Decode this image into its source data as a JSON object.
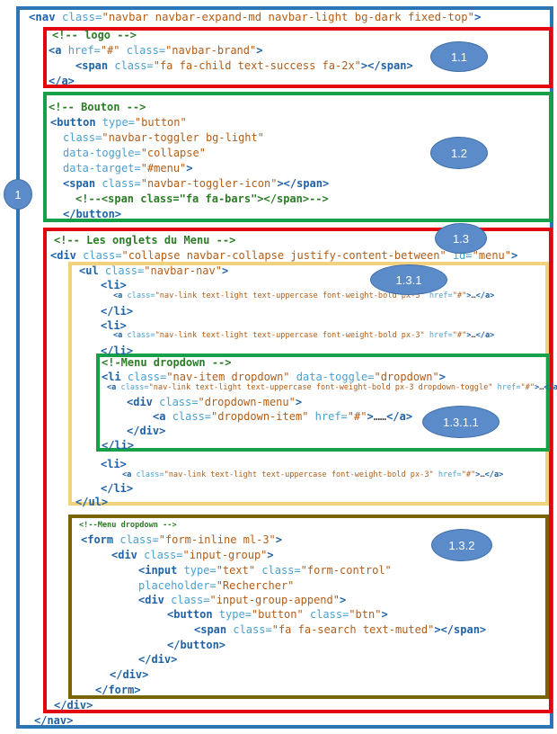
{
  "badges": {
    "root": "1",
    "logo": "1.1",
    "button": "1.2",
    "menu": "1.3",
    "nav_list": "1.3.1",
    "dropdown": "1.3.1.1",
    "search_form": "1.3.2"
  },
  "colors": {
    "outer_frame": "#2e75b6",
    "red_frame": "#e2070f",
    "green_frame": "#16a049",
    "yellow_frame": "#f2d27c",
    "olive_frame": "#7a6404",
    "badge_fill": "#5b8bc9"
  },
  "code_lines": [
    [
      [
        "tag",
        "<nav "
      ],
      [
        "att",
        "class="
      ],
      [
        "val",
        "\"navbar navbar-expand-md navbar-light bg-dark fixed-top\""
      ],
      [
        "tag",
        ">"
      ]
    ],
    [
      [
        "com",
        "<!-- logo -->"
      ]
    ],
    [
      [
        "tag",
        "<a "
      ],
      [
        "att",
        "href="
      ],
      [
        "val",
        "\"#\" "
      ],
      [
        "att",
        "class="
      ],
      [
        "val",
        "\"navbar-brand\""
      ],
      [
        "tag",
        ">"
      ]
    ],
    [
      [
        "tag",
        "<span "
      ],
      [
        "att",
        "class="
      ],
      [
        "val",
        "\"fa fa-child text-success fa-2x\""
      ],
      [
        "tag",
        "></span>"
      ]
    ],
    [
      [
        "tag",
        "</a>"
      ]
    ],
    [
      [
        "com",
        "<!-- Bouton -->"
      ]
    ],
    [
      [
        "tag",
        "<button "
      ],
      [
        "att",
        "type="
      ],
      [
        "val",
        "\"button\""
      ]
    ],
    [
      [
        "att",
        "class="
      ],
      [
        "val",
        "\"navbar-toggler bg-light\""
      ]
    ],
    [
      [
        "att",
        "data-toggle="
      ],
      [
        "val",
        "\"collapse\""
      ]
    ],
    [
      [
        "att",
        "data-target="
      ],
      [
        "val",
        "\"#menu\""
      ],
      [
        "tag",
        ">"
      ]
    ],
    [
      [
        "tag",
        "<span "
      ],
      [
        "att",
        "class="
      ],
      [
        "val",
        "\"navbar-toggler-icon\""
      ],
      [
        "tag",
        "></span>"
      ]
    ],
    [
      [
        "com",
        "<!--<span class=\"fa fa-bars\"></span>-->"
      ]
    ],
    [
      [
        "tag",
        "</button>"
      ]
    ],
    [
      [
        "com",
        "<!-- Les onglets du Menu -->"
      ]
    ],
    [
      [
        "tag",
        "<div "
      ],
      [
        "att",
        "class="
      ],
      [
        "val",
        "\"collapse navbar-collapse justify-content-between\" "
      ],
      [
        "att",
        "id="
      ],
      [
        "val",
        "\"menu\""
      ],
      [
        "tag",
        ">"
      ]
    ],
    [
      [
        "tag",
        "<ul "
      ],
      [
        "att",
        "class="
      ],
      [
        "val",
        "\"navbar-nav\""
      ],
      [
        "tag",
        ">"
      ]
    ],
    [
      [
        "tag",
        "<li>"
      ]
    ],
    [
      [
        "tag",
        "<a "
      ],
      [
        "att",
        "class="
      ],
      [
        "val",
        "\"nav-link text-light text-uppercase font-weight-bold px-3\" "
      ],
      [
        "att",
        "href="
      ],
      [
        "val",
        "\"#\""
      ],
      [
        "tag",
        ">"
      ],
      [
        "blk",
        "…"
      ],
      [
        "tag",
        "</a>"
      ]
    ],
    [
      [
        "tag",
        "</li>"
      ]
    ],
    [
      [
        "tag",
        "<li>"
      ]
    ],
    [
      [
        "tag",
        "<a "
      ],
      [
        "att",
        "class="
      ],
      [
        "val",
        "\"nav-link text-light text-uppercase font-weight-bold px-3\" "
      ],
      [
        "att",
        "href="
      ],
      [
        "val",
        "\"#\""
      ],
      [
        "tag",
        ">"
      ],
      [
        "blk",
        "…"
      ],
      [
        "tag",
        "</a>"
      ]
    ],
    [
      [
        "tag",
        "</li>"
      ]
    ],
    [
      [
        "com",
        "<!-Menu dropdown -->"
      ]
    ],
    [
      [
        "tag",
        "<li "
      ],
      [
        "att",
        "class="
      ],
      [
        "val",
        "\"nav-item dropdown\" "
      ],
      [
        "att",
        "data-toggle="
      ],
      [
        "val",
        "\"dropdown\""
      ],
      [
        "tag",
        ">"
      ]
    ],
    [
      [
        "tag",
        "<a "
      ],
      [
        "att",
        "class="
      ],
      [
        "val",
        "\"nav-link text-light text-uppercase font-weight-bold px-3 dropdown-toggle\" "
      ],
      [
        "att",
        "href="
      ],
      [
        "val",
        "\"#\""
      ],
      [
        "tag",
        ">"
      ],
      [
        "blk",
        "…"
      ],
      [
        "tag",
        "</a>"
      ]
    ],
    [
      [
        "tag",
        "<div "
      ],
      [
        "att",
        "class="
      ],
      [
        "val",
        "\"dropdown-menu\""
      ],
      [
        "tag",
        ">"
      ]
    ],
    [
      [
        "tag",
        "<a "
      ],
      [
        "att",
        "class="
      ],
      [
        "val",
        "\"dropdown-item\" "
      ],
      [
        "att",
        "href="
      ],
      [
        "val",
        "\"#\""
      ],
      [
        "tag",
        ">"
      ],
      [
        "blk",
        "……"
      ],
      [
        "tag",
        "</a>"
      ]
    ],
    [
      [
        "tag",
        "</div>"
      ]
    ],
    [
      [
        "tag",
        "</li>"
      ]
    ],
    [
      [
        "tag",
        "<li>"
      ]
    ],
    [
      [
        "tag",
        "<a "
      ],
      [
        "att",
        "class="
      ],
      [
        "val",
        "\"nav-link text-light text-uppercase font-weight-bold px-3\" "
      ],
      [
        "att",
        "href="
      ],
      [
        "val",
        "\"#\""
      ],
      [
        "tag",
        ">"
      ],
      [
        "blk",
        "…"
      ],
      [
        "tag",
        "</a>"
      ]
    ],
    [
      [
        "tag",
        "</li>"
      ]
    ],
    [
      [
        "tag",
        "</ul>"
      ]
    ],
    [
      [
        "com",
        "<!--Menu dropdown -->"
      ]
    ],
    [
      [
        "tag",
        "<form "
      ],
      [
        "att",
        "class="
      ],
      [
        "val",
        "\"form-inline ml-3\""
      ],
      [
        "tag",
        ">"
      ]
    ],
    [
      [
        "tag",
        "<div "
      ],
      [
        "att",
        "class="
      ],
      [
        "val",
        "\"input-group\""
      ],
      [
        "tag",
        ">"
      ]
    ],
    [
      [
        "tag",
        "<input "
      ],
      [
        "att",
        "type="
      ],
      [
        "val",
        "\"text\" "
      ],
      [
        "att",
        "class="
      ],
      [
        "val",
        "\"form-control\""
      ]
    ],
    [
      [
        "att",
        "placeholder="
      ],
      [
        "val",
        "\"Rechercher\""
      ]
    ],
    [
      [
        "tag",
        "<div "
      ],
      [
        "att",
        "class="
      ],
      [
        "val",
        "\"input-group-append\""
      ],
      [
        "tag",
        ">"
      ]
    ],
    [
      [
        "tag",
        "<button "
      ],
      [
        "att",
        "type="
      ],
      [
        "val",
        "\"button\" "
      ],
      [
        "att",
        "class="
      ],
      [
        "val",
        "\"btn\""
      ],
      [
        "tag",
        ">"
      ]
    ],
    [
      [
        "tag",
        "<span "
      ],
      [
        "att",
        "class="
      ],
      [
        "val",
        "\"fa fa-search text-muted\""
      ],
      [
        "tag",
        "></span>"
      ]
    ],
    [
      [
        "tag",
        "</button>"
      ]
    ],
    [
      [
        "tag",
        "</div>"
      ]
    ],
    [
      [
        "tag",
        "</div>"
      ]
    ],
    [
      [
        "tag",
        "</form>"
      ]
    ],
    [
      [
        "tag",
        "</div>"
      ]
    ],
    [
      [
        "tag",
        "</nav>"
      ]
    ]
  ]
}
